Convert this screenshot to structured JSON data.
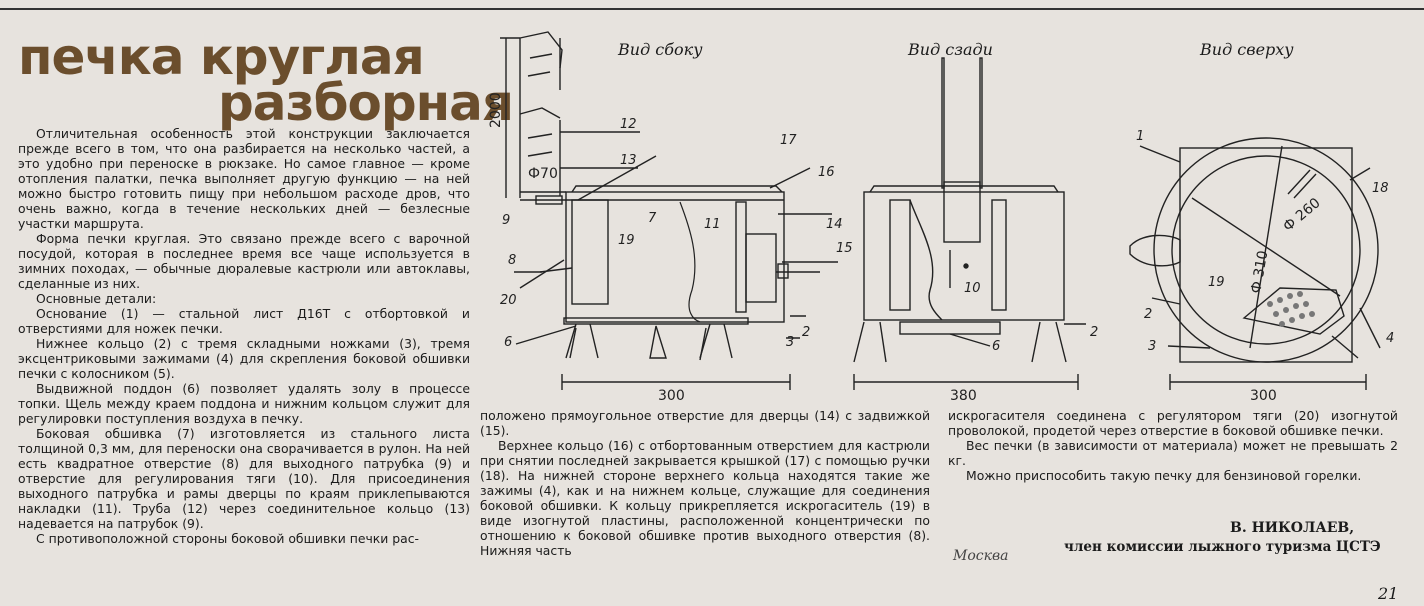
{
  "title": {
    "line1": "печка круглая",
    "line2": "разборная"
  },
  "figure": {
    "view_side": "Вид сбоку",
    "view_back": "Вид сзади",
    "view_top": "Вид сверху",
    "dimensions": {
      "height": "2000",
      "pipe_diameter": "Ф70",
      "side_width": "300",
      "back_width": "380",
      "top_width": "300",
      "inner_diameter": "Ф 260",
      "outer_diameter": "Ф 310"
    },
    "side_labels": [
      "12",
      "13",
      "9",
      "8",
      "20",
      "6",
      "19",
      "7",
      "17",
      "16",
      "11",
      "14",
      "15",
      "2",
      "3"
    ],
    "back_labels": [
      "10",
      "2",
      "6"
    ],
    "top_labels": [
      "1",
      "18",
      "19",
      "2",
      "3",
      "4"
    ]
  },
  "article": {
    "col1": [
      "Отличительная особенность этой конструкции заключается прежде всего в том, что она разбирается на несколько частей, а это удобно при переноске в рюкзаке. Но самое главное — кроме отопления палатки, печка выполняет другую функцию — на ней можно быстро готовить пищу при небольшом расходе дров, что очень важно, когда в течение нескольких дней — безлесные участки маршрута.",
      "Форма печки круглая. Это связано прежде всего с варочной посудой, которая в последнее время все чаще используется в зимних походах, — обычные дюралевые кастрюли или автоклавы, сделанные из них.",
      "Основные детали:",
      "Основание (1) — стальной лист Д16Т с отбортовкой и отверстиями для ножек печки.",
      "Нижнее кольцо (2) с тремя складными ножками (3), тремя эксцентриковыми зажимами (4) для скрепления боковой обшивки печки с колосником (5).",
      "Выдвижной поддон (6) позволяет удалять золу в процессе топки. Щель между краем поддона и нижним кольцом служит для регулировки поступления воздуха в печку.",
      "Боковая обшивка (7) изготовляется из стального листа толщиной 0,3 мм, для переноски она сворачивается в рулон. На ней есть квадратное отверстие (8) для выходного патрубка (9) и отверстие для регулирования тяги (10). Для присоединения выходного патрубка и рамы дверцы по краям приклепываются накладки (11). Труба (12) через соединительное кольцо (13) надевается на патрубок (9).",
      "С противоположной стороны боковой обшивки печки рас-"
    ],
    "col2": [
      "положено прямоугольное отверстие для дверцы (14) с задвижкой (15).",
      "Верхнее кольцо (16) с отбортованным отверстием для кастрюли при снятии последней закрывается крышкой (17) с помощью ручки (18). На нижней стороне верхнего кольца находятся такие же зажимы (4), как и на нижнем кольце, служащие для соединения боковой обшивки. К кольцу прикрепляется искрогаситель (19) в виде изогнутой пластины, расположенной концентрически по отношению к боковой обшивке против выходного отверстия (8). Нижняя часть"
    ],
    "col3": [
      "искрогасителя соединена с регулятором тяги (20) изогнутой проволокой, продетой через отверстие в боковой обшивке печки.",
      "Вес печки (в зависимости от материала) может не превышать 2 кг.",
      "Можно приспособить такую печку для бензиновой горелки."
    ]
  },
  "signature": {
    "name": "В. НИКОЛАЕВ,",
    "role": "член комиссии лыжного туризма ЦСТЭ"
  },
  "city": "Москва",
  "page_number": "21"
}
